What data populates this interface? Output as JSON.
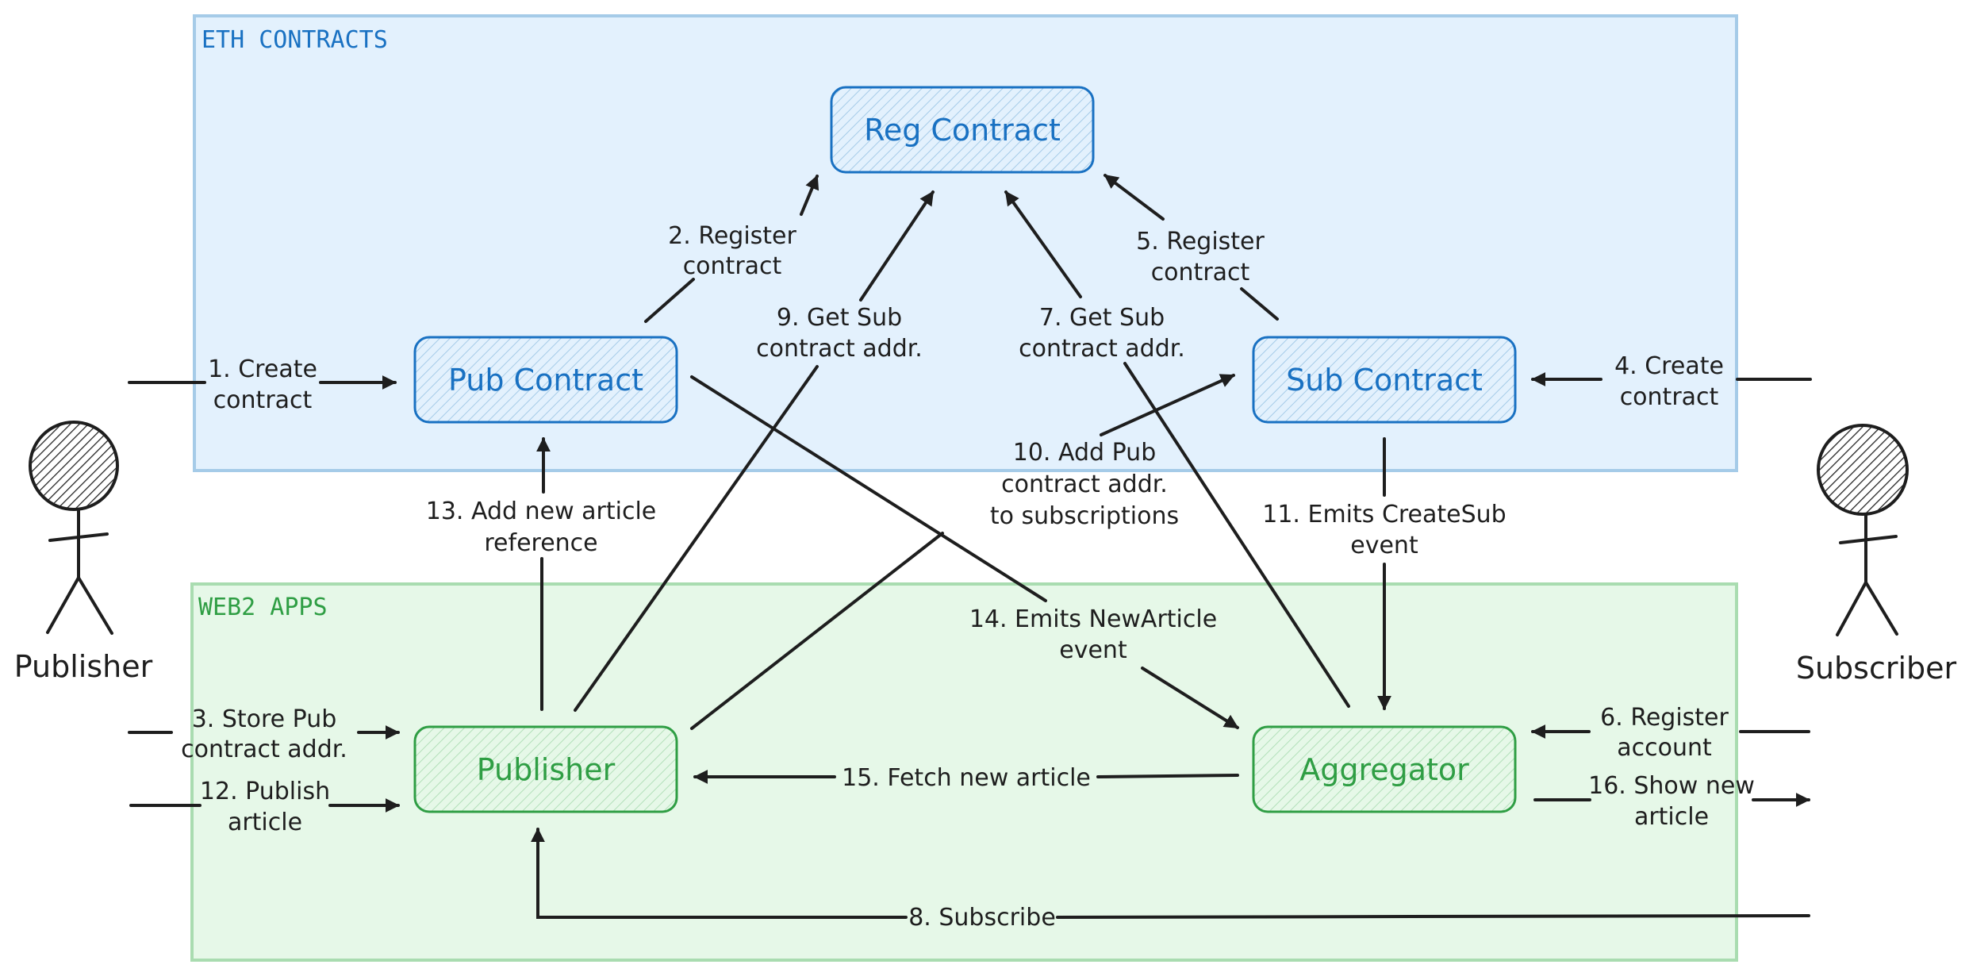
{
  "zones": {
    "eth": {
      "label": "ETH CONTRACTS"
    },
    "web2": {
      "label": "WEB2 APPS"
    }
  },
  "nodes": {
    "reg": {
      "label": "Reg Contract"
    },
    "pub": {
      "label": "Pub Contract"
    },
    "sub": {
      "label": "Sub Contract"
    },
    "publisher_app": {
      "label": "Publisher"
    },
    "aggregator": {
      "label": "Aggregator"
    }
  },
  "actors": {
    "publisher": {
      "label": "Publisher"
    },
    "subscriber": {
      "label": "Subscriber"
    }
  },
  "edges": {
    "e1": [
      "1. Create",
      "contract"
    ],
    "e2": [
      "2. Register",
      "contract"
    ],
    "e3": [
      "3. Store Pub",
      "contract addr."
    ],
    "e4": [
      "4. Create",
      "contract"
    ],
    "e5": [
      "5. Register",
      "contract"
    ],
    "e6": [
      "6. Register",
      "account"
    ],
    "e7": [
      "7. Get Sub",
      "contract addr."
    ],
    "e8": [
      "8. Subscribe"
    ],
    "e9": [
      "9. Get Sub",
      "contract addr."
    ],
    "e10": [
      "10. Add Pub",
      "contract addr.",
      "to subscriptions"
    ],
    "e11": [
      "11. Emits CreateSub",
      "event"
    ],
    "e12": [
      "12. Publish",
      "article"
    ],
    "e13": [
      "13. Add new article",
      "reference"
    ],
    "e14": [
      "14. Emits NewArticle",
      "event"
    ],
    "e15": [
      "15. Fetch new article"
    ],
    "e16": [
      "16. Show new",
      "article"
    ]
  },
  "colors": {
    "eth_fill": "#e3f1fd",
    "eth_stroke": "#a5cbe8",
    "eth_text": "#1971c2",
    "web2_fill": "#e6f8e8",
    "web2_stroke": "#a9dcb0",
    "web2_text": "#2f9e44",
    "ink": "#1e1e1e"
  }
}
